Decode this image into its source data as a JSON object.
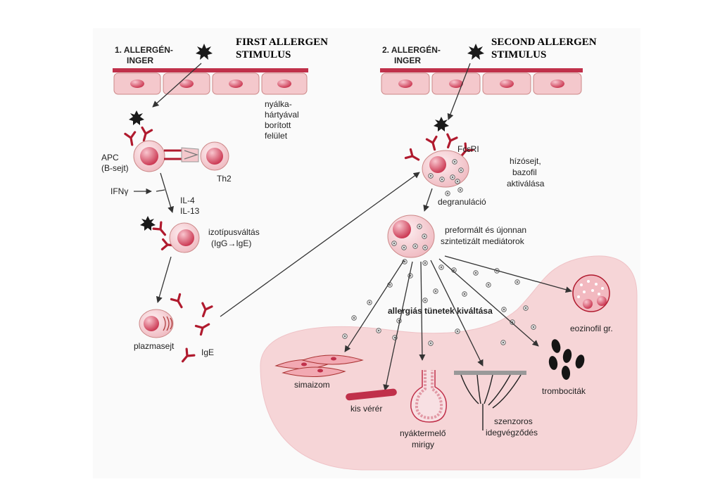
{
  "stimulus1": {
    "number_line1": "1. ALLERGÉN-",
    "number_line2": "INGER",
    "english_line1": "FIRST ALLERGEN",
    "english_line2": "STIMULUS"
  },
  "stimulus2": {
    "number_line1": "2. ALLERGÉN-",
    "number_line2": "INGER",
    "english_line1": "SECOND ALLERGEN",
    "english_line2": "STIMULUS"
  },
  "labels": {
    "mucosa": [
      "nyálka-",
      "hártyával",
      "borított",
      "felület"
    ],
    "apc": [
      "APC",
      "(B-sejt)"
    ],
    "th2": "Th2",
    "ifn": "IFNγ",
    "cytokines": [
      "IL-4",
      "IL-13"
    ],
    "isotype_switch": [
      "izotípusváltás",
      "(IgG→IgE)"
    ],
    "plasma_cell": "plazmasejt",
    "ige": "IgE",
    "fceri": "FcεRI",
    "mast_cell": [
      "hízósejt,",
      "bazofil",
      "aktiválása"
    ],
    "degranulation": "degranuláció",
    "mediators": [
      "preformált és újonnan",
      "szintetizált mediátorok"
    ],
    "symptoms": "allergiás tünetek kiváltása",
    "eosinophil": "eozinofil gr.",
    "smooth_muscle": "simaizom",
    "small_vessel": "kis vérér",
    "mucous_gland": [
      "nyáktermelő",
      "mirigy"
    ],
    "sensory_nerve": [
      "szenzoros",
      "idegvégződés"
    ],
    "platelets": "trombociták"
  },
  "colors": {
    "membrane": "#c0304a",
    "cell_fill": "#f4c8cc",
    "nucleus": "#d9566a",
    "tissue": "#f6d5d7",
    "antibody": "#b01a2e",
    "allergen": "#1a1a1a"
  },
  "icons": {
    "allergen": "allergen-star-icon",
    "antibody": "y-antibody-icon",
    "granule": "granule-dot-icon"
  }
}
